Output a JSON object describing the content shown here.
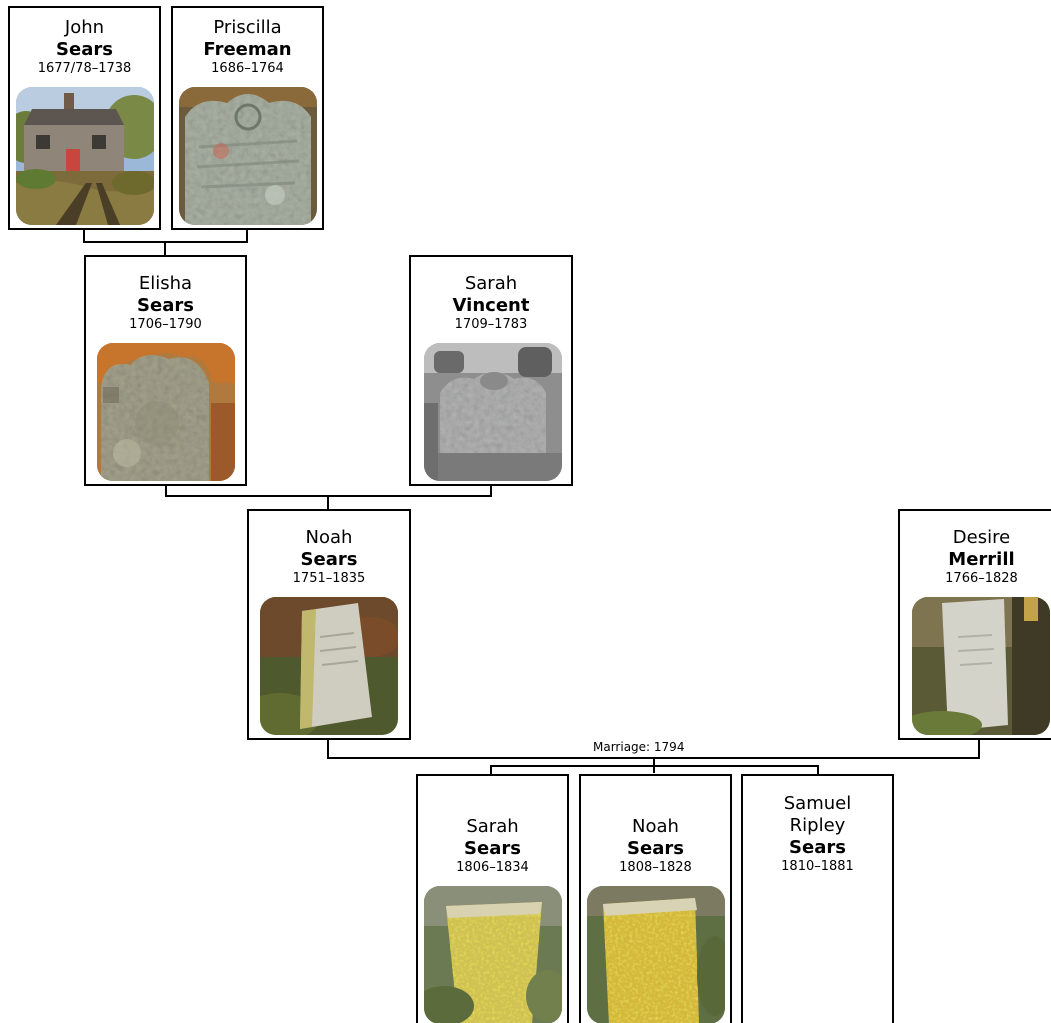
{
  "people": {
    "john": {
      "given": "John",
      "surname": "Sears",
      "dates": "1677/78–1738",
      "photo": "house-photo"
    },
    "priscilla": {
      "given": "Priscilla",
      "surname": "Freeman",
      "dates": "1686–1764",
      "photo": "gravestone-photo"
    },
    "elisha": {
      "given": "Elisha",
      "surname": "Sears",
      "dates": "1706–1790",
      "photo": "gravestone-photo"
    },
    "sarah_vincent": {
      "given": "Sarah",
      "surname": "Vincent",
      "dates": "1709–1783",
      "photo": "gravestone-photo"
    },
    "noah": {
      "given": "Noah",
      "surname": "Sears",
      "dates": "1751–1835",
      "photo": "gravestone-photo"
    },
    "desire": {
      "given": "Desire",
      "surname": "Merrill",
      "dates": "1766–1828",
      "photo": "gravestone-photo"
    },
    "sarah_sears": {
      "given": "Sarah",
      "surname": "Sears",
      "dates": "1806–1834",
      "photo": "gravestone-photo"
    },
    "noah_jr": {
      "given": "Noah",
      "surname": "Sears",
      "dates": "1808–1828",
      "photo": "gravestone-photo"
    },
    "samuel": {
      "given": "Samuel",
      "given2": "Ripley",
      "surname": "Sears",
      "dates": "1810–1881"
    }
  },
  "marriage_label": "Marriage: 1794"
}
